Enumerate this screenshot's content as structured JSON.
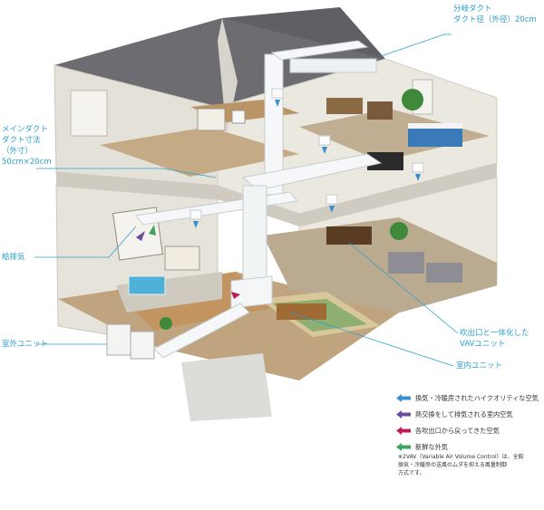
{
  "callouts": {
    "branch_duct": {
      "line1": "分岐ダクト",
      "line2": "ダクト径（外径）20cm"
    },
    "main_duct": {
      "line1": "メインダクト",
      "line2": "ダクト寸法",
      "line3": "（外寸）",
      "line4": "50cm×20cm"
    },
    "supply_exhaust": "給排気",
    "outdoor_unit": "室外ユニット",
    "outlet_vav": {
      "line1": "吹出口と一体化した",
      "line2": "VAVユニット"
    },
    "indoor_unit": "室内ユニット"
  },
  "legend": [
    {
      "color": "#3b8fd1",
      "text": "換気・冷暖房されたハイクオリティな空気"
    },
    {
      "color": "#6a4c9c",
      "text": "熱交換をして排気される室内空気"
    },
    {
      "color": "#c2185b",
      "text": "各吹出口から戻ってきた空気"
    },
    {
      "color": "#3aa55a",
      "text": "新鮮な外気"
    }
  ],
  "note": {
    "line1": "※2VAV（Variable Air Volume Control）は、全館",
    "line2": "換気・冷暖房の送風のムダを抑える風量制御",
    "line3": "方式です。"
  },
  "colors": {
    "accent": "#2aa0cf",
    "roof": "#6b6b70",
    "wall": "#dedbd2",
    "floor_wood": "#b98a5a",
    "carpet": "#b8a78c",
    "duct": "#f4f6f7"
  }
}
